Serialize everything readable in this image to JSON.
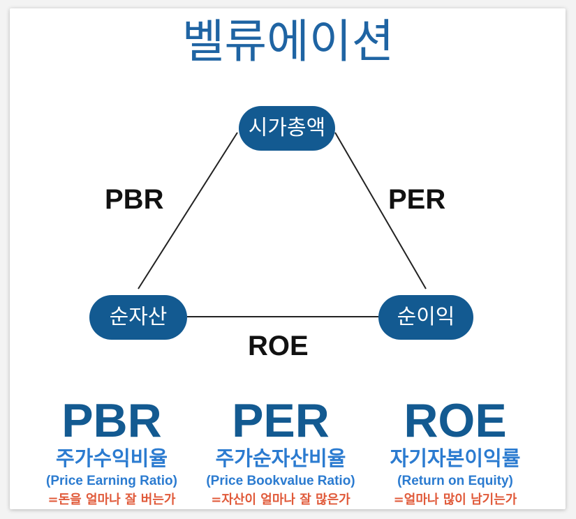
{
  "title": "벨류에이션",
  "nodes": {
    "top": "시가총액",
    "left": "순자산",
    "right": "순이익"
  },
  "edges": {
    "left": "PBR",
    "right": "PER",
    "bottom": "ROE"
  },
  "columns": [
    {
      "abbr": "PBR",
      "korean": "주가수익비율",
      "english": "(Price Earning Ratio)",
      "meaning": "=돈을 얼마나 잘 버는가"
    },
    {
      "abbr": "PER",
      "korean": "주가순자산비율",
      "english": "(Price Bookvalue Ratio)",
      "meaning": "=자산이 얼마나 잘 많은가"
    },
    {
      "abbr": "ROE",
      "korean": "자기자본이익률",
      "english": "(Return on Equity)",
      "meaning": "=얼마나 많이 남기는가"
    }
  ],
  "colors": {
    "node_fill": "#135a91",
    "title": "#1f64a3",
    "subtitle": "#2b7bd0",
    "meaning": "#e05a3a"
  }
}
